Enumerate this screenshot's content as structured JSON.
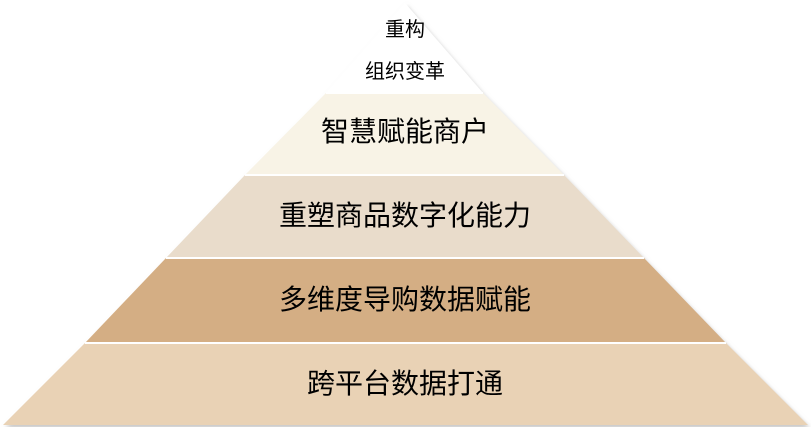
{
  "pyramid": {
    "tiers": [
      {
        "label_line1": "重构",
        "label_line2": "组织变革",
        "fill": "#ffffff"
      },
      {
        "label": "智慧赋能商户",
        "fill": "#f8f3e6"
      },
      {
        "label": "重塑商品数字化能力",
        "fill": "#e9dccb"
      },
      {
        "label": "多维度导购数据赋能",
        "fill": "#d4ae84"
      },
      {
        "label": "跨平台数据打通",
        "fill": "#e9d2b5"
      }
    ],
    "outline_color": "#ffffff",
    "shadow_color": "#bdbdbd"
  }
}
